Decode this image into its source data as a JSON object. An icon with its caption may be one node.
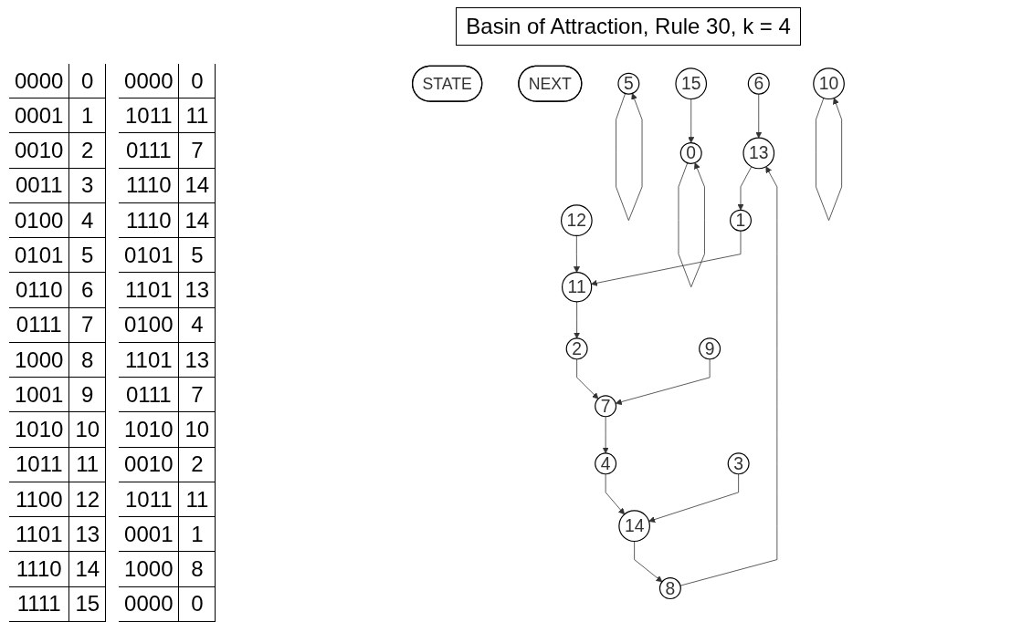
{
  "diagram": {
    "title": "Basin of Attraction, Rule 30, k = 4",
    "nodes": [
      {
        "text": [
          "STATE"
        ]
      },
      {
        "text": [
          "NEXT"
        ]
      },
      {
        "text": [
          "15"
        ]
      },
      {
        "text": [
          "6"
        ]
      },
      {
        "text": [
          "12"
        ]
      },
      {
        "text": [
          "1"
        ]
      },
      {
        "text": [
          "0"
        ]
      },
      {
        "text": [
          "13"
        ]
      },
      {
        "text": [
          "11"
        ]
      },
      {
        "text": [
          "8"
        ]
      },
      {
        "text": [
          "2"
        ]
      },
      {
        "text": [
          "5"
        ]
      },
      {
        "text": [
          "14"
        ]
      },
      {
        "text": [
          "7"
        ]
      },
      {
        "text": [
          "4"
        ]
      },
      {
        "text": [
          "10"
        ]
      },
      {
        "text": [
          "3"
        ]
      },
      {
        "text": [
          "9"
        ]
      }
    ],
    "edges": [
      {
        "from": 3,
        "to": 7,
        "arrow": "to"
      },
      {
        "from": 7,
        "to": 5,
        "arrow": "to"
      },
      {
        "from": 5,
        "to": 8,
        "arrow": "to"
      },
      {
        "from": 4,
        "to": 8,
        "arrow": "to"
      },
      {
        "from": 8,
        "to": 10,
        "arrow": "to"
      },
      {
        "from": 10,
        "to": 13,
        "arrow": "to"
      },
      {
        "from": 13,
        "to": 14,
        "arrow": "to"
      },
      {
        "from": 17,
        "to": 13,
        "arrow": "to"
      },
      {
        "from": 14,
        "to": 12,
        "arrow": "to"
      },
      {
        "from": 16,
        "to": 12,
        "arrow": "to"
      },
      {
        "from": 12,
        "to": 9,
        "arrow": "to"
      },
      {
        "from": 9,
        "to": 7,
        "arrow": "to"
      },
      {
        "from": 2,
        "to": 6,
        "arrow": "to"
      },
      {
        "from": 6,
        "to": 6,
        "arrow": "to"
      },
      {
        "from": 11,
        "to": 11,
        "arrow": "to"
      },
      {
        "from": 15,
        "to": 15,
        "arrow": "to"
      }
    ],
    "labels": [
      "0000",
      "0",
      "0001",
      "1",
      "0010",
      "2",
      "0011",
      "3",
      "0100",
      "4",
      "0101",
      "5",
      "0110",
      "6",
      "0111",
      "7",
      "1000",
      "8",
      "1001",
      "9",
      "1010",
      "10",
      "1011",
      "11",
      "1100",
      "12",
      "1101",
      "13",
      "1110",
      "14",
      "1111",
      "15",
      "0000",
      "0",
      "1011",
      "11",
      "0111",
      "7",
      "1110",
      "14",
      "1110",
      "14",
      "0101",
      "5",
      "1101",
      "13",
      "0100",
      "4",
      "1101",
      "13",
      "0111",
      "7",
      "1010",
      "10",
      "0010",
      "2",
      "1011",
      "11",
      "0001",
      "1",
      "1000",
      "8",
      "0000",
      "0"
    ]
  }
}
